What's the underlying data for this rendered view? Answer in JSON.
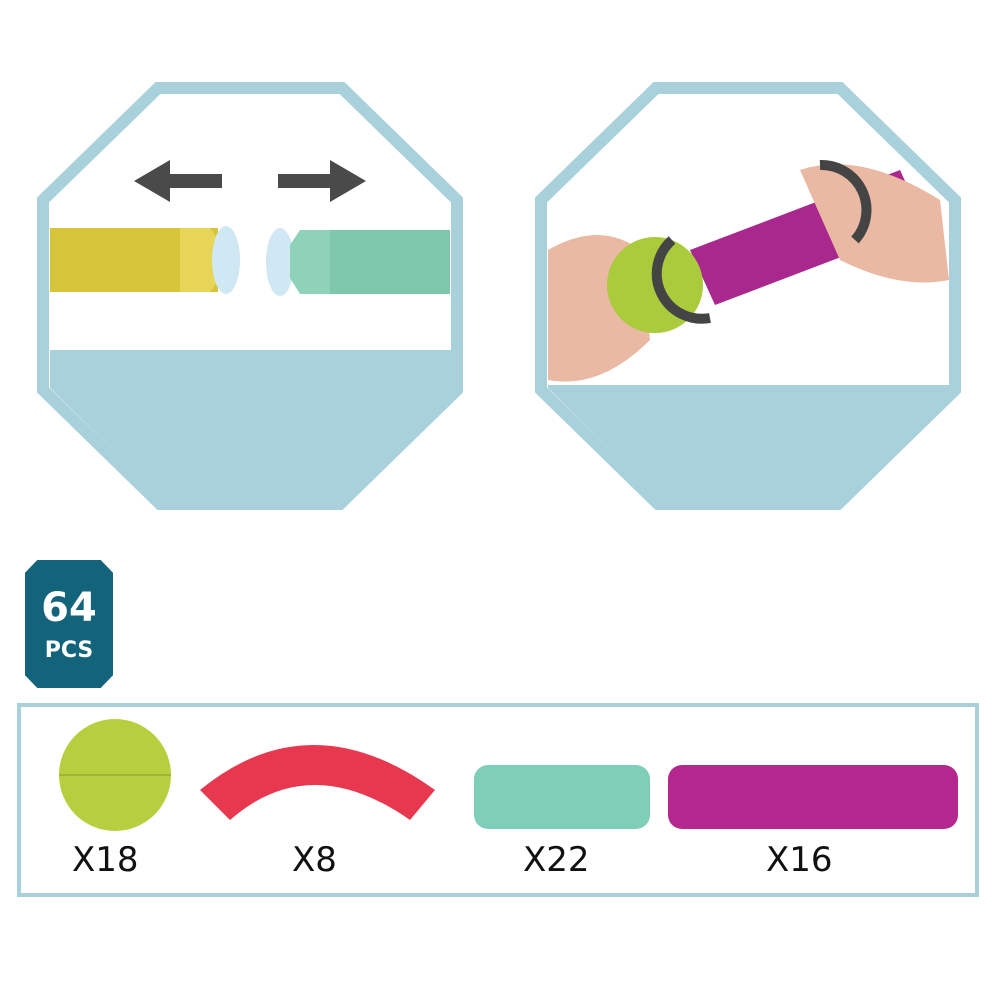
{
  "badge": {
    "number": "64",
    "unit": "PCS"
  },
  "pieces": [
    {
      "name": "ball",
      "count": "X18",
      "color": "#b7cf3f"
    },
    {
      "name": "curved-tube",
      "count": "X8",
      "color": "#e8384f"
    },
    {
      "name": "short-tube",
      "count": "X22",
      "color": "#7fcfb8"
    },
    {
      "name": "long-tube",
      "count": "X16",
      "color": "#b3278f"
    }
  ],
  "colors": {
    "frame": "#a9d1dc",
    "badge": "#13637a",
    "arrow": "#4a4a4a"
  }
}
